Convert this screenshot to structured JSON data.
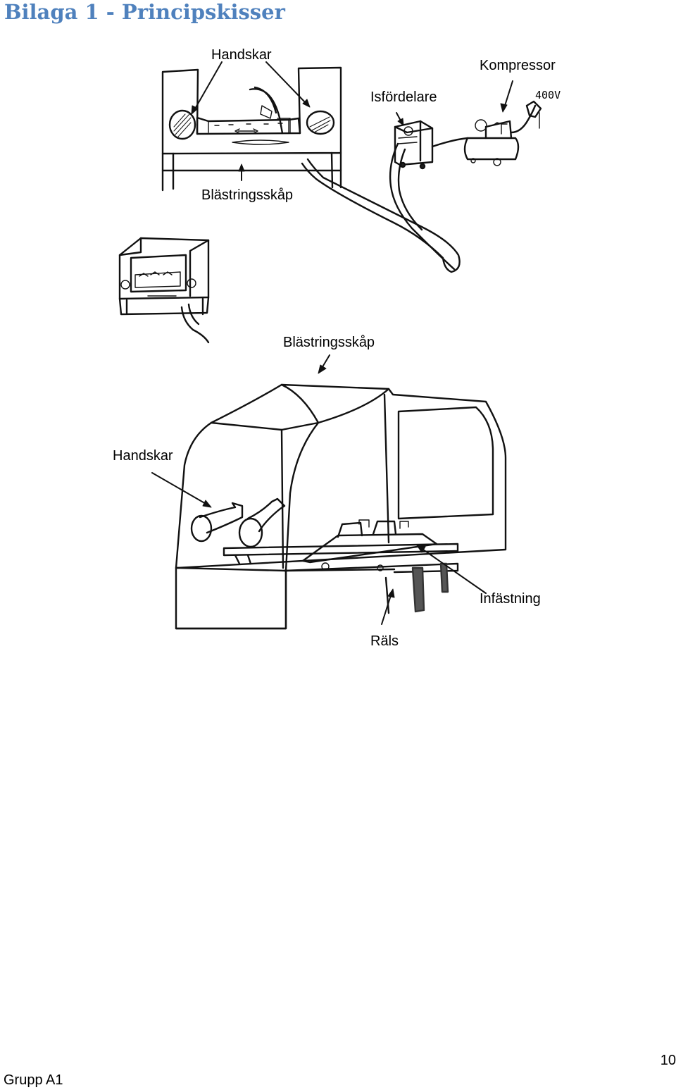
{
  "page": {
    "heading": "Bilaga 1 - Principskisser",
    "footer_left": "Grupp A1",
    "page_number": "10"
  },
  "sketch_top": {
    "labels": {
      "handskar": "Handskar",
      "isfordelare": "Isfördelare",
      "kompressor": "Kompressor",
      "blastringsskap": "Blästringsskåp",
      "voltage": "400V"
    }
  },
  "sketch_bottom": {
    "labels": {
      "blastringsskap": "Blästringsskåp",
      "handskar": "Handskar",
      "infastning": "Infästning",
      "rals": "Räls"
    }
  }
}
